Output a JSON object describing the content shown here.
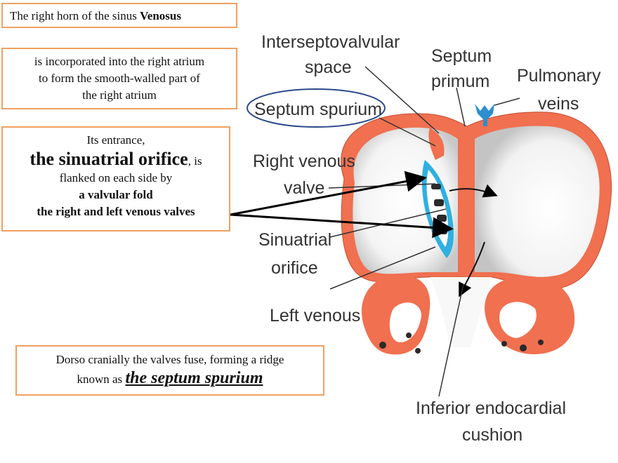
{
  "boxes": {
    "right_horn": {
      "text": "The right horn of the sinus ",
      "bold": "Venosus"
    },
    "incorporated": {
      "line1": "is incorporated into the right atrium",
      "line2": "to form the smooth-walled part of",
      "line3": "the right atrium"
    },
    "entrance": {
      "line1": "Its entrance,",
      "big": "the sinuatrial orifice",
      "after_big": ", is",
      "line3": "flanked on each side by",
      "line4": "a valvular fold",
      "line5": "the right and left venous valves"
    },
    "dorso": {
      "line1": "Dorso cranially the valves fuse, forming a ridge",
      "line2": "known as ",
      "emph": "the septum spurium"
    }
  },
  "labels": {
    "interseptovalvular_1": "Interseptovalvular",
    "interseptovalvular_2": "space",
    "septum_primum_1": "Septum",
    "septum_primum_2": "primum",
    "pulmonary_1": "Pulmonary",
    "pulmonary_2": "veins",
    "septum_spurium": "Septum spurium",
    "right_venous_1": "Right venous",
    "right_venous_2": "valve",
    "sinuatrial_1": "Sinuatrial",
    "sinuatrial_2": "orifice",
    "left_venous": "Left venous",
    "inferior_1": "Inferior endocardial",
    "inferior_2": "cushion"
  },
  "colors": {
    "box_border": "#f0a060",
    "tissue": "#f07050",
    "valve_highlight": "#30b0e0",
    "vein": "#2b8fd0",
    "ellipse": "#2a4a8a"
  }
}
